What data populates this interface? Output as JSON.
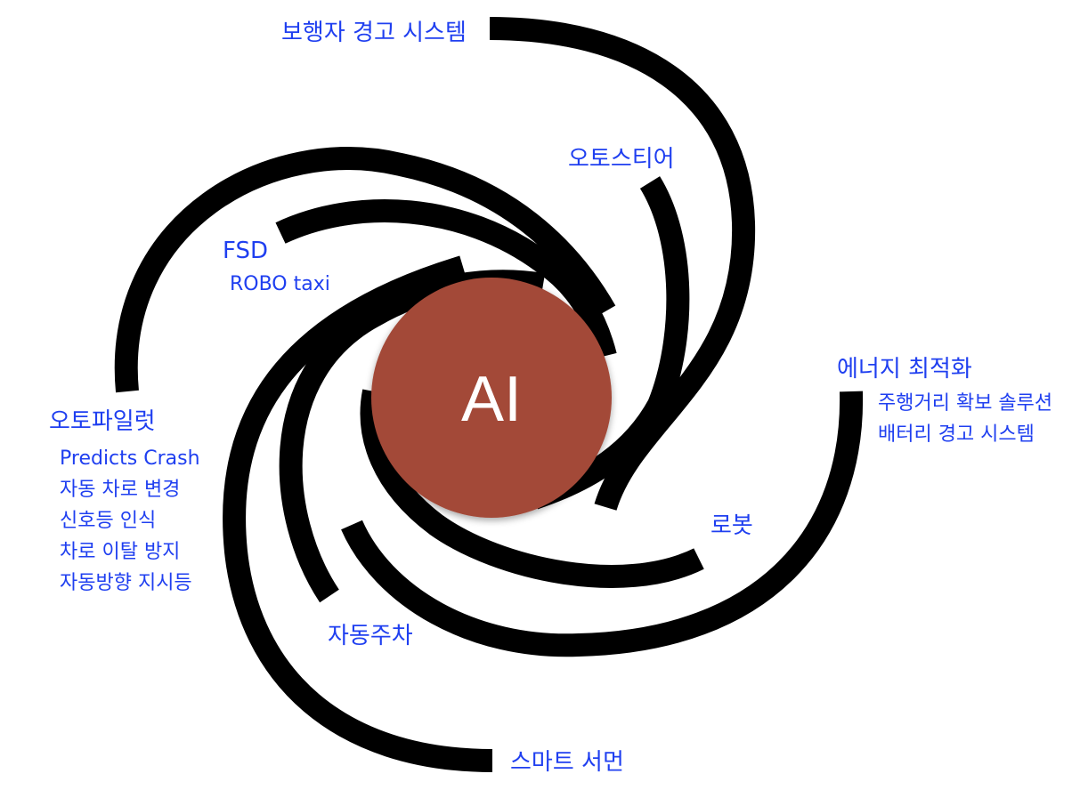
{
  "center": {
    "label": "AI",
    "fill": "#a34a39",
    "text_color": "#ffffff"
  },
  "colors": {
    "arm": "#000000",
    "label": "#1f3ff0",
    "background": "#ffffff"
  },
  "labels": {
    "pedestrian_warning": "보행자 경고 시스템",
    "autosteer": "오토스티어",
    "fsd": "FSD",
    "robotaxi": "ROBO taxi",
    "energy": "에너지 최적화",
    "energy_items": [
      "주행거리 확보 솔루션",
      "배터리 경고 시스템"
    ],
    "autopilot": "오토파일럿",
    "autopilot_items": [
      "Predicts Crash",
      "자동 차로 변경",
      "신호등 인식",
      "차로 이탈 방지",
      "자동방향 지시등"
    ],
    "robot": "로봇",
    "autopark": "자동주차",
    "smart_summon": "스마트 서먼"
  }
}
